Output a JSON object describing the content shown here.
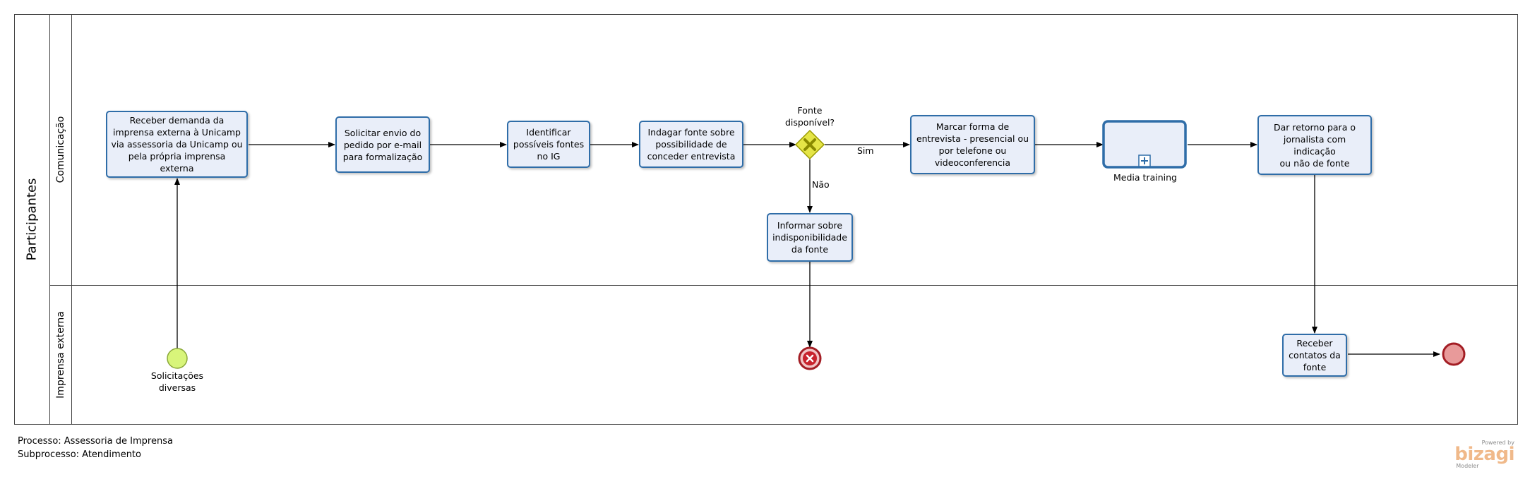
{
  "pool": {
    "title": "Participantes"
  },
  "lanes": {
    "top": "Comunicação",
    "bottom": "Imprensa externa"
  },
  "tasks": {
    "receber_demanda": "Receber demanda da\nimprensa externa à Unicamp\nvia assessoria da Unicamp ou\npela própria imprensa externa",
    "solicitar_envio": "Solicitar envio do\npedido por e-mail\npara formalização",
    "identificar_fontes": "Identificar\npossíveis fontes\nno IG",
    "indagar_fonte": "Indagar fonte sobre\npossibilidade de\nconceder entrevista",
    "marcar_forma": "Marcar forma de\nentrevista - presencial ou\npor telefone ou\nvideoconferencia",
    "dar_retorno": "Dar retorno para o\njornalista com indicação\nou não de fonte",
    "informar_indisp": "Informar sobre\nindisponibilidade\nda fonte",
    "receber_contatos": "Receber\ncontatos da\nfonte"
  },
  "subprocess": {
    "label": "Media training"
  },
  "gateway": {
    "label": "Fonte\ndisponível?",
    "yes": "Sim",
    "no": "Não"
  },
  "start_event": {
    "label": "Solicitações\ndiversas"
  },
  "footer": {
    "process": "Processo: Assessoria de Imprensa",
    "subprocess": "Subprocesso: Atendimento"
  },
  "brand": {
    "powered": "Powered by",
    "name": "bizagi",
    "product": "Modeler"
  },
  "colors": {
    "task_fill": "#e9eef9",
    "task_border": "#2f6da8",
    "gateway": "#d4d400",
    "start": "#d8f57a",
    "end": "#e89a9a",
    "error": "#c8232c"
  }
}
